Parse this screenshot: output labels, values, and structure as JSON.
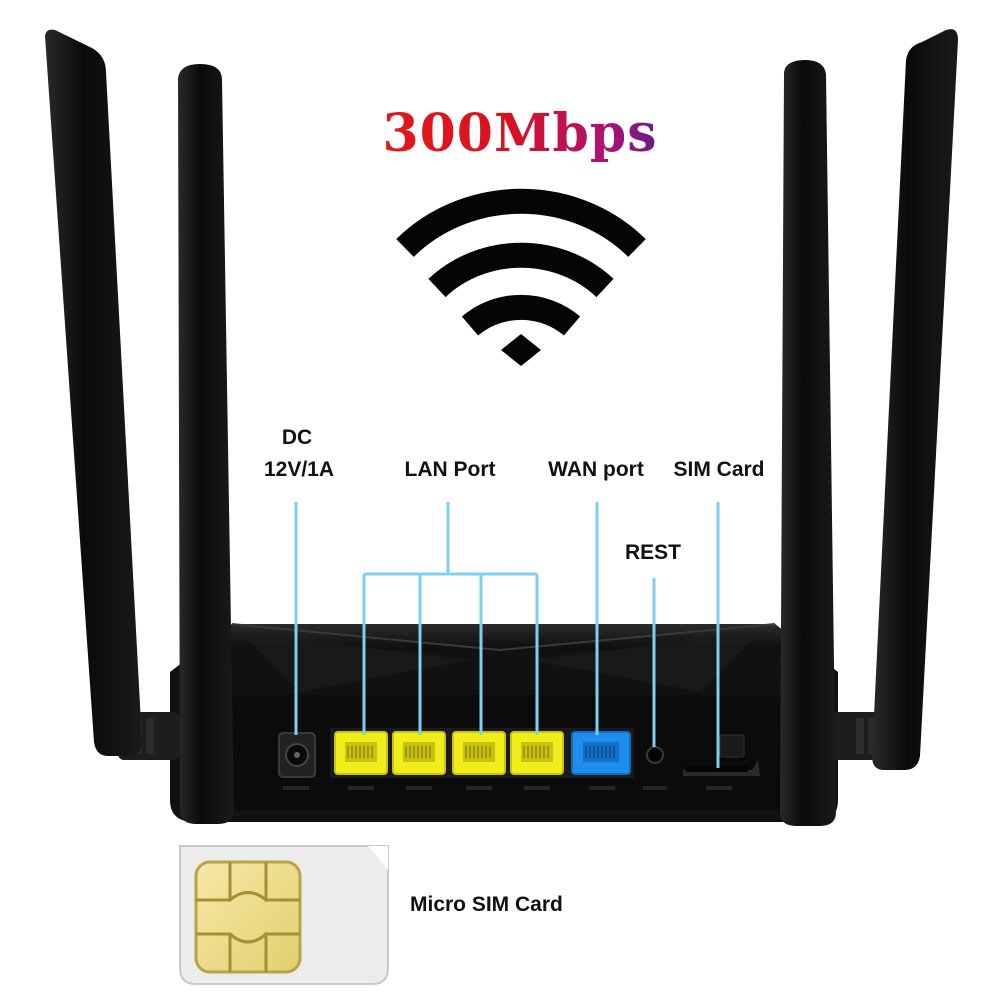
{
  "headline": "300Mbps",
  "labels": {
    "dc_line1": "DC",
    "dc_line2": "12V/1A",
    "lan": "LAN Port",
    "wan": "WAN port",
    "sim": "SIM Card",
    "reset": "REST",
    "micro_sim": "Micro SIM Card"
  },
  "colors": {
    "callout_line": "#7fcff0",
    "lan_port": "#f2ec1c",
    "wan_port": "#1e8df0",
    "router_body": "#141414",
    "headline_start": "#e01a1a",
    "headline_end": "#6a1b8f"
  },
  "icons": {
    "wifi": "wifi-icon",
    "sim": "sim-card-icon"
  }
}
